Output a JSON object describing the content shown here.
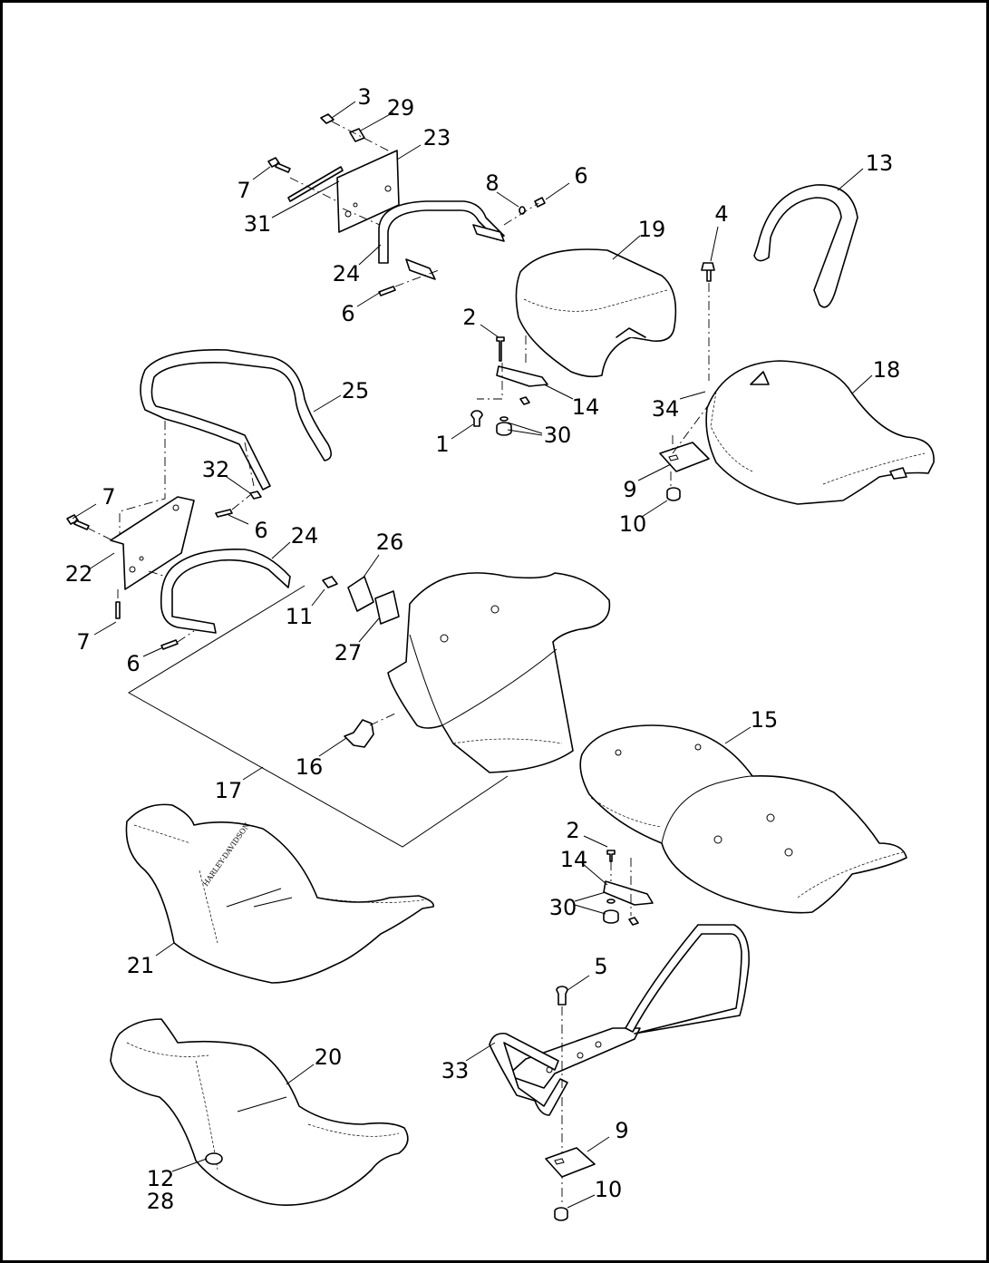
{
  "diagram": {
    "type": "exploded-parts-view",
    "callouts": [
      "3",
      "29",
      "23",
      "7",
      "31",
      "8",
      "6",
      "24",
      "6",
      "19",
      "4",
      "13",
      "2",
      "14",
      "1",
      "30",
      "34",
      "18",
      "9",
      "10",
      "25",
      "32",
      "7",
      "6",
      "24",
      "22",
      "26",
      "11",
      "27",
      "7",
      "6",
      "16",
      "17",
      "15",
      "2",
      "14",
      "30",
      "21",
      "5",
      "33",
      "20",
      "9",
      "12",
      "28",
      "10"
    ],
    "seat_logo_text": "HARLEY-DAVIDSON"
  }
}
